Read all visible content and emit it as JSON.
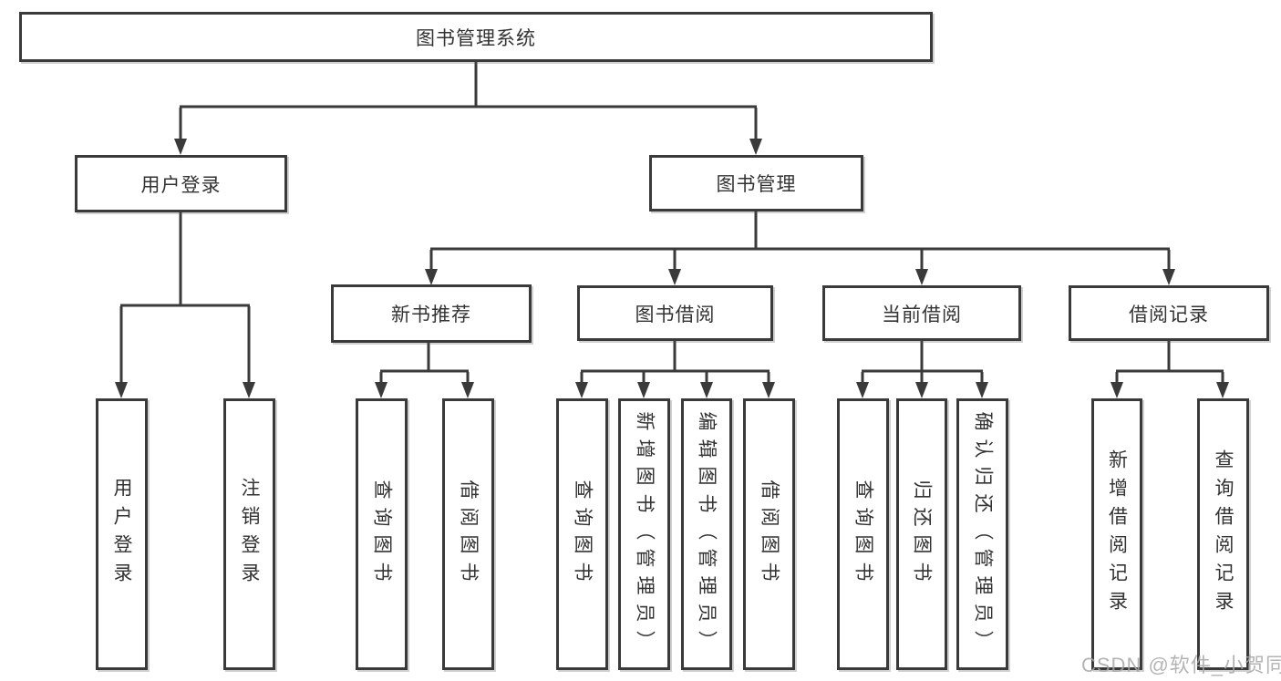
{
  "diagram": {
    "root_label": "图书管理系统",
    "nodes": {
      "user_login": "用户登录",
      "book_management": "图书管理",
      "new_book_recommend": "新书推荐",
      "book_borrow": "图书借阅",
      "current_borrow": "当前借阅",
      "borrow_records": "借阅记录"
    },
    "leaves": {
      "user_login": [
        "用户登录",
        "注销登录"
      ],
      "new_book_recommend": [
        "查询图书",
        "借阅图书"
      ],
      "book_borrow": [
        "查询图书",
        "新增图书（管理员）",
        "编辑图书（管理员）",
        "借阅图书"
      ],
      "current_borrow": [
        "查询图书",
        "归还图书",
        "确认归还（管理员）"
      ],
      "borrow_records": [
        "新增借阅记录",
        "查询借阅记录"
      ]
    },
    "colors": {
      "line": "#3a3a3a",
      "text": "#333333",
      "background": "#ffffff",
      "watermark": "#a8a8a8"
    }
  },
  "watermark": {
    "text": "CSDN @软件_小贺同学"
  }
}
